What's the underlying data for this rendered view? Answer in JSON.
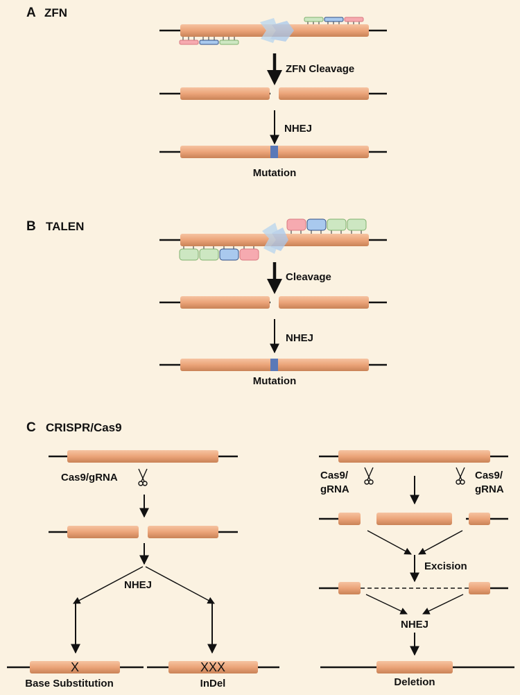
{
  "colors": {
    "background": "#fbf2e1",
    "gene_segment": "#eba479",
    "mutation": "#5b79b8",
    "module_red": "#f6aab0",
    "module_blue": "#a9c9ee",
    "module_green": "#cde7c2",
    "nuclease": "#b7d5ef"
  },
  "sections": {
    "zfn": {
      "letter": "A",
      "title": "ZFN",
      "step1": "ZFN Cleavage",
      "step2": "NHEJ",
      "result": "Mutation"
    },
    "talen": {
      "letter": "B",
      "title": "TALEN",
      "step1": "Cleavage",
      "step2": "NHEJ",
      "result": "Mutation"
    },
    "crispr": {
      "letter": "C",
      "title": "CRISPR/Cas9",
      "left": {
        "guide": "Cas9/gRNA",
        "repair": "NHEJ",
        "mark_substitution": "X",
        "mark_indel": "XXX",
        "outcome_substitution": "Base Substitution",
        "outcome_indel": "InDel"
      },
      "right": {
        "guide_left_line1": "Cas9/",
        "guide_left_line2": "gRNA",
        "guide_right_line1": "Cas9/",
        "guide_right_line2": "gRNA",
        "step": "Excision",
        "repair": "NHEJ",
        "outcome": "Deletion"
      }
    }
  }
}
